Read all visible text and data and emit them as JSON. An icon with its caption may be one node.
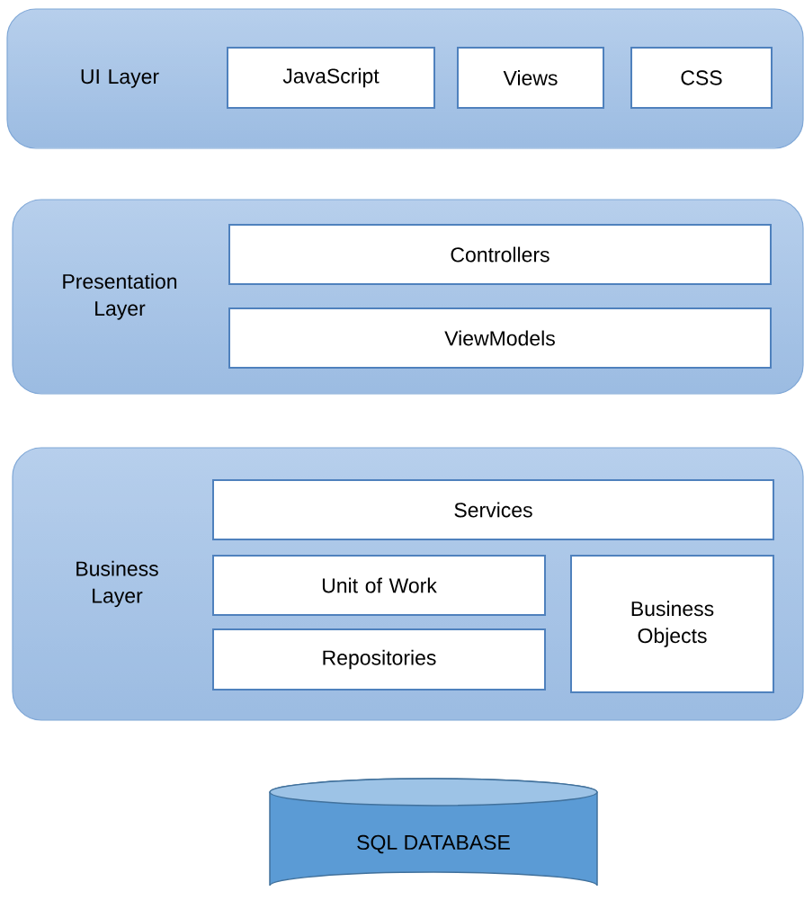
{
  "diagram": {
    "nodes": [
      {
        "text": [
          "UI Layer"
        ]
      },
      {
        "text": [
          "JavaScript"
        ],
        "in": 0
      },
      {
        "text": [
          "Views"
        ],
        "in": 0
      },
      {
        "text": [
          "CSS"
        ],
        "in": 0
      },
      {
        "text": [
          "Presentation Layer"
        ]
      },
      {
        "text": [
          "Controllers"
        ],
        "in": 4
      },
      {
        "text": [
          "ViewModels"
        ],
        "in": 4
      },
      {
        "text": [
          "Business Layer"
        ]
      },
      {
        "text": [
          "Services"
        ],
        "in": 7
      },
      {
        "text": [
          "Unit of Work"
        ],
        "in": 7
      },
      {
        "text": [
          "Repositories"
        ],
        "in": 7
      },
      {
        "text": [
          "Business Objects"
        ],
        "in": 7
      },
      {
        "text": [
          "SQL DATABASE"
        ]
      }
    ]
  }
}
